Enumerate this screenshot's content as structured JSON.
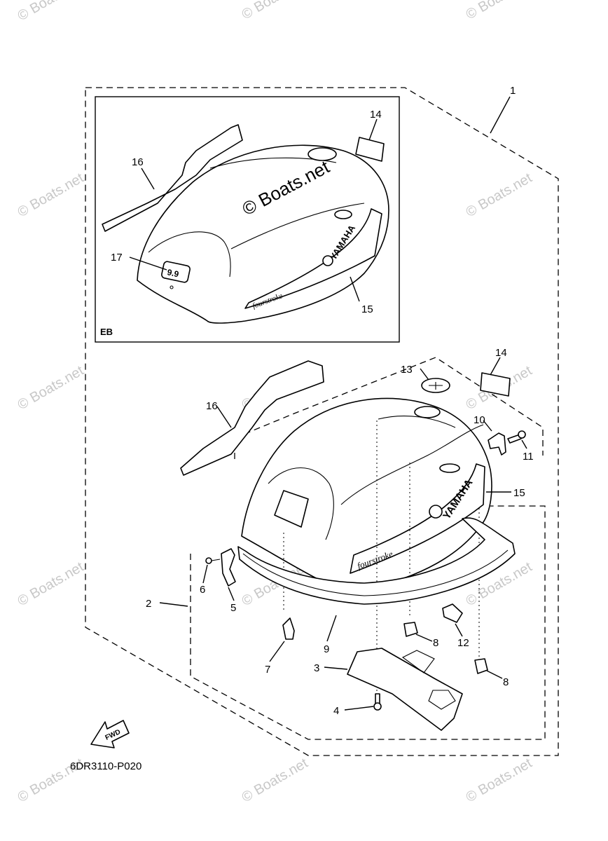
{
  "diagram_code": "6DR3110-P020",
  "inset_label": "EB",
  "brand_text": "YAMAHA",
  "script_text": "fourstroke",
  "fwd_text": "FWD",
  "decal_17_text": "9.9",
  "watermark_text": "© Boats.net",
  "callouts": {
    "c1": "1",
    "c2": "2",
    "c3": "3",
    "c4": "4",
    "c5": "5",
    "c6": "6",
    "c7": "7",
    "c8a": "8",
    "c8b": "8",
    "c9": "9",
    "c10": "10",
    "c11": "11",
    "c12": "12",
    "c13": "13",
    "c14a": "14",
    "c14b": "14",
    "c15a": "15",
    "c15b": "15",
    "c16a": "16",
    "c16b": "16",
    "c17": "17"
  }
}
